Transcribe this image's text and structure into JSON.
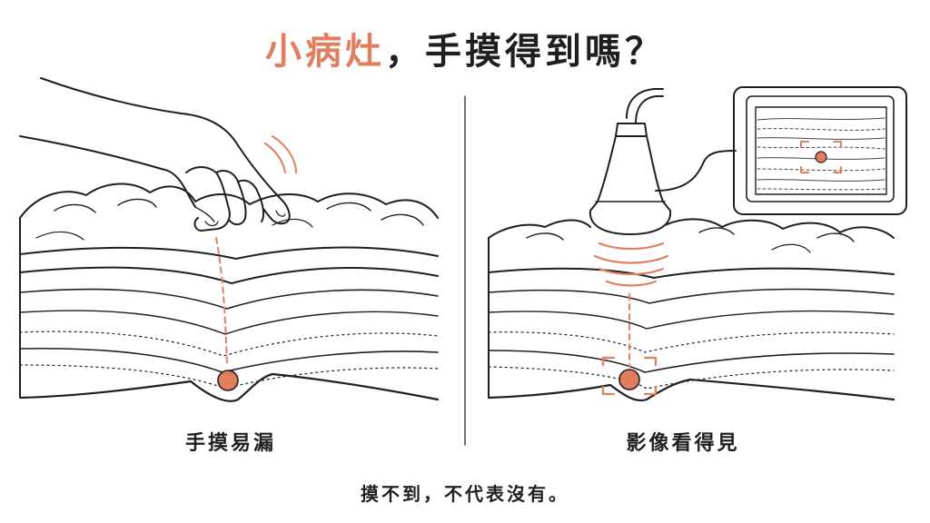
{
  "title": {
    "highlight": "小病灶",
    "rest": "，手摸得到嗎？"
  },
  "left_panel": {
    "caption": "手摸易漏"
  },
  "right_panel": {
    "caption": "影像看得見"
  },
  "footer": "摸不到，不代表沒有。",
  "colors": {
    "accent": "#e27e60",
    "ink": "#1f1f1f"
  }
}
